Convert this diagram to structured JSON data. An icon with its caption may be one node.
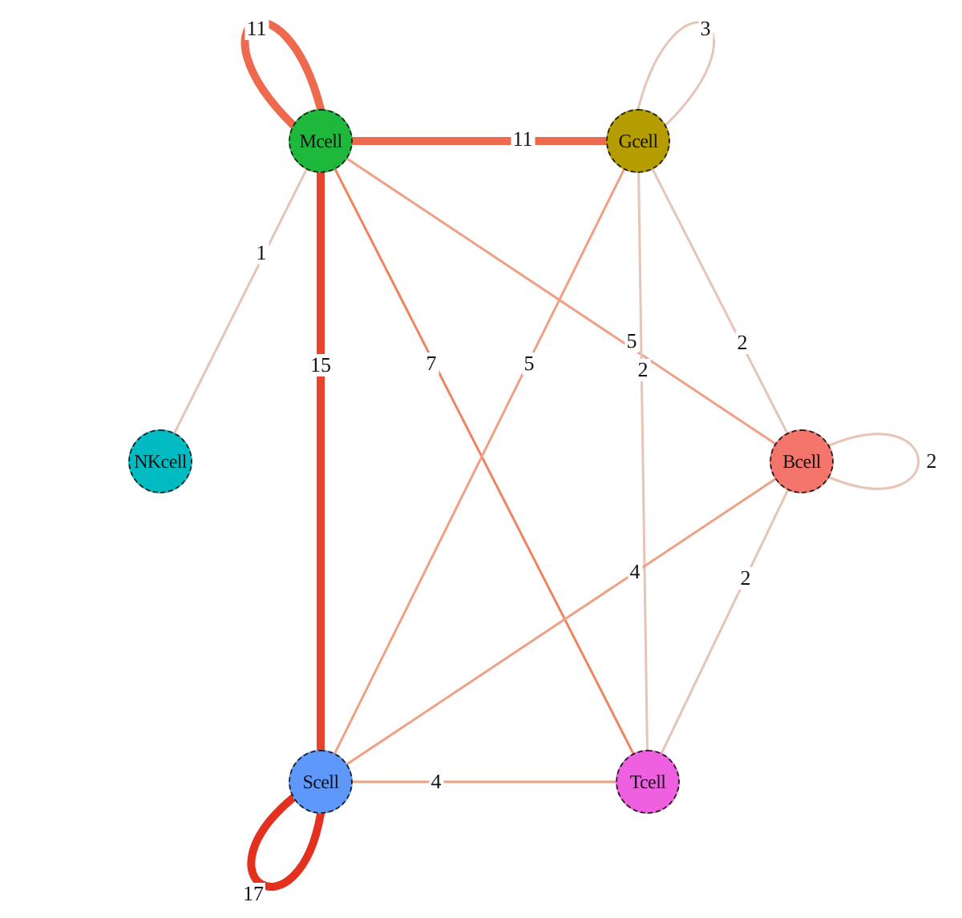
{
  "diagram": {
    "nodes": [
      {
        "text": [
          "Mcell"
        ]
      },
      {
        "text": [
          "Gcell"
        ]
      },
      {
        "text": [
          "NKcell"
        ]
      },
      {
        "text": [
          "Bcell"
        ]
      },
      {
        "text": [
          "Scell"
        ]
      },
      {
        "text": [
          "Tcell"
        ]
      }
    ],
    "edges": [
      {
        "from": 0,
        "to": 0,
        "arrow": "none",
        "label": "11",
        "style": "thick",
        "color": "#ee6a4f"
      },
      {
        "from": 0,
        "to": 1,
        "arrow": "none",
        "label": "11",
        "style": "thick",
        "color": "#ee6a4f"
      },
      {
        "from": 0,
        "to": 2,
        "arrow": "none",
        "label": "1"
      },
      {
        "from": 0,
        "to": 4,
        "arrow": "none",
        "label": "15",
        "style": "thick",
        "color": "#e8442c"
      },
      {
        "from": 0,
        "to": 5,
        "arrow": "none",
        "label": "7",
        "color": "#ef8462"
      },
      {
        "from": 0,
        "to": 3,
        "arrow": "none",
        "label": "5",
        "color": "#f0a084"
      },
      {
        "from": 1,
        "to": 1,
        "arrow": "none",
        "label": "3"
      },
      {
        "from": 1,
        "to": 4,
        "arrow": "none",
        "label": "5",
        "color": "#f0a084"
      },
      {
        "from": 1,
        "to": 5,
        "arrow": "none",
        "label": "2"
      },
      {
        "from": 1,
        "to": 3,
        "arrow": "none",
        "label": "2"
      },
      {
        "from": 3,
        "to": 3,
        "arrow": "none",
        "label": "2"
      },
      {
        "from": 3,
        "to": 4,
        "arrow": "none",
        "label": "4",
        "color": "#f0a084"
      },
      {
        "from": 3,
        "to": 5,
        "arrow": "none",
        "label": "2"
      },
      {
        "from": 4,
        "to": 4,
        "arrow": "none",
        "label": "17",
        "style": "thick",
        "color": "#e3301f"
      },
      {
        "from": 4,
        "to": 5,
        "arrow": "none",
        "label": "4",
        "color": "#f0a084"
      }
    ]
  }
}
